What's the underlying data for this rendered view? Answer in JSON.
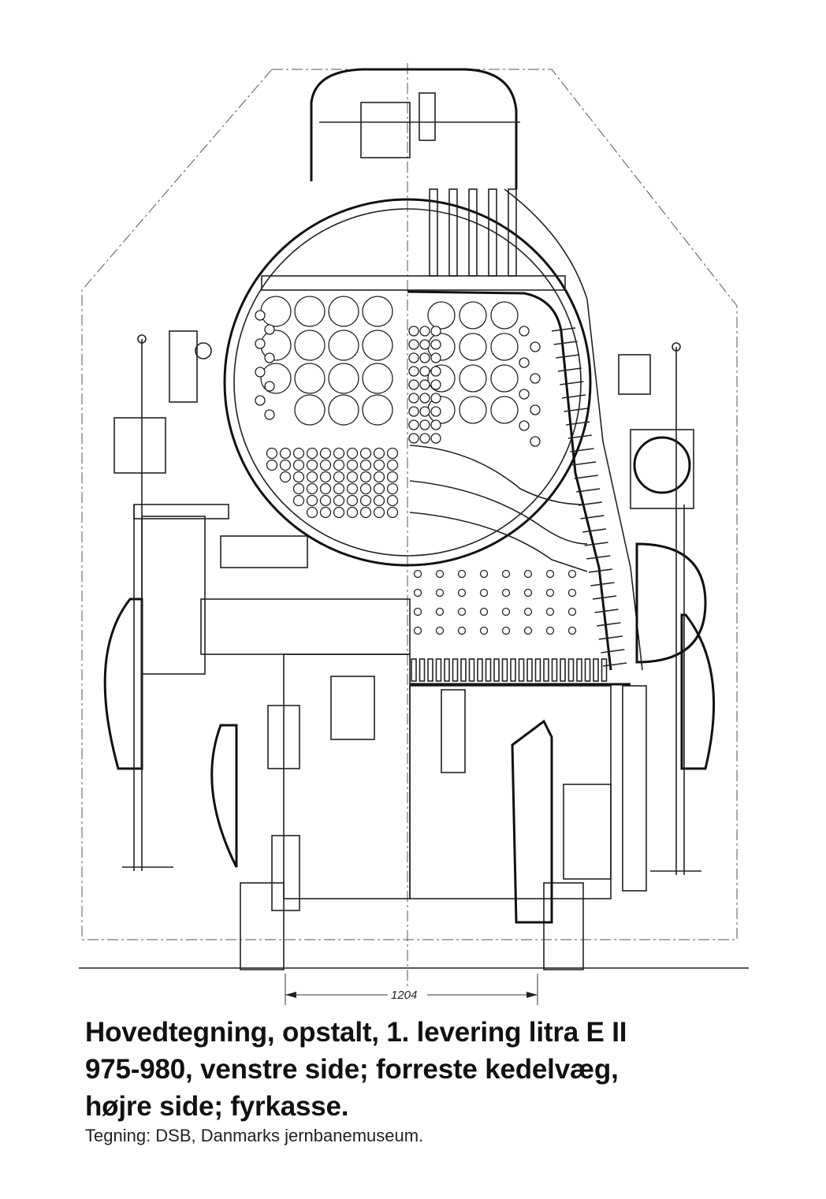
{
  "drawing": {
    "dimension_label": "1204"
  },
  "caption": {
    "title_lines": [
      "Hovedtegning, opstalt, 1. levering litra E II",
      "975-980, venstre side; forreste kedelvæg,",
      "højre side; fyrkasse."
    ],
    "credit": "Tegning: DSB, Danmarks jernbanemuseum."
  }
}
